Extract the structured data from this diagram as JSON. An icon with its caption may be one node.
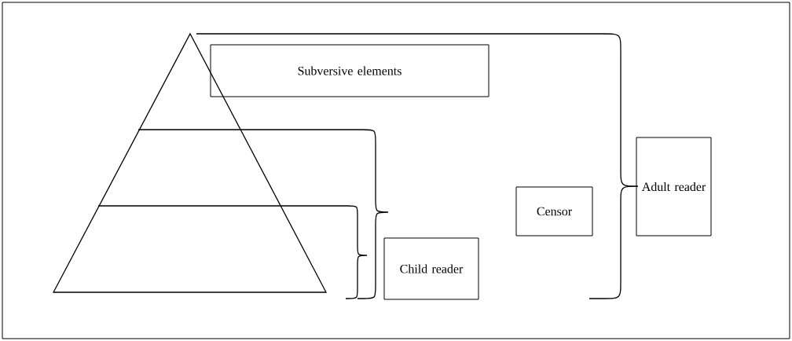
{
  "diagram": {
    "nodes": [
      {
        "text": [
          "Subversive elements"
        ]
      },
      {
        "text": [
          "Child reader"
        ]
      },
      {
        "text": [
          "Censor"
        ]
      },
      {
        "text": [
          "Adult reader"
        ]
      }
    ]
  }
}
